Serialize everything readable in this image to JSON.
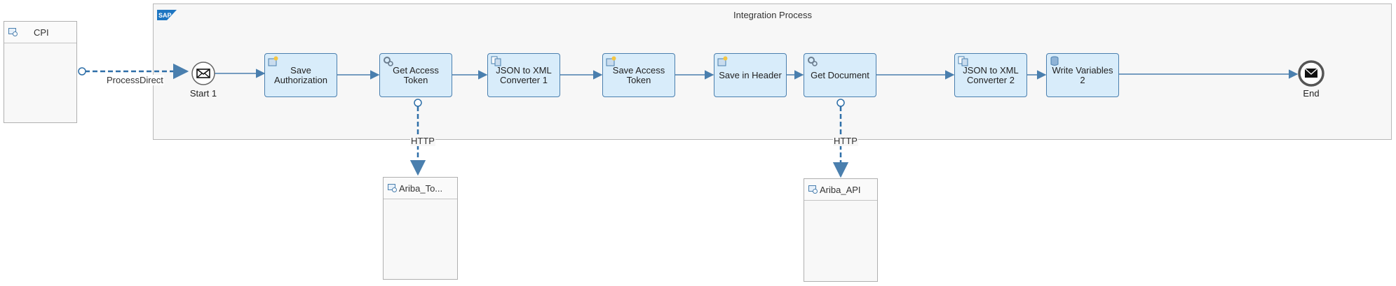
{
  "process": {
    "title": "Integration Process"
  },
  "sender": {
    "label": "CPI"
  },
  "receivers": {
    "token": "Ariba_To...",
    "api": "Ariba_API"
  },
  "start_event": {
    "label": "Start 1"
  },
  "end_event": {
    "label": "End"
  },
  "steps": {
    "save_authorization": "Save Authorization",
    "get_access_token": "Get Access Token",
    "json_to_xml_1": "JSON to XML Converter 1",
    "save_access_token": "Save Access Token",
    "save_in_header": "Save in Header",
    "get_document": "Get Document",
    "json_to_xml_2": "JSON to XML Converter 2",
    "write_variables_2": "Write Variables 2"
  },
  "connections": {
    "sender": "ProcessDirect",
    "token": "HTTP",
    "api": "HTTP"
  },
  "colors": {
    "step_fill": "#d8ecfa",
    "step_border": "#4a7fae",
    "flow": "#4a7fae",
    "pool_fill": "#f7f7f7"
  },
  "icons": {
    "sap": "sap-logo",
    "participant": "system-icon",
    "script": "script-icon",
    "request": "gear-icon",
    "converter": "converter-icon",
    "datastore": "database-icon",
    "start": "envelope-icon",
    "end": "envelope-icon"
  }
}
